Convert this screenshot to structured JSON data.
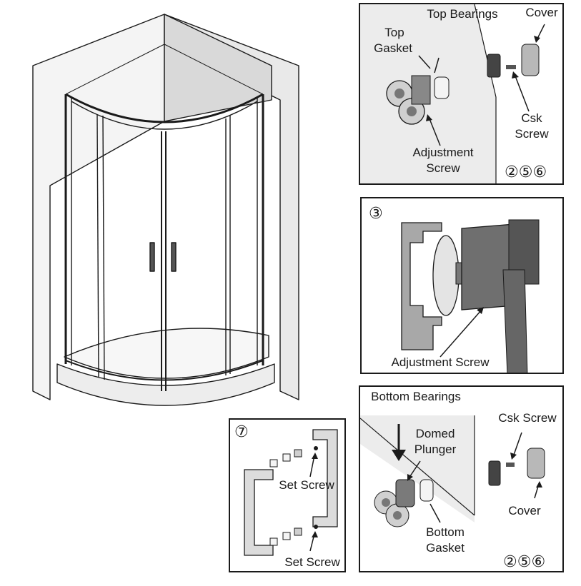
{
  "top_bearings": {
    "title": "Top Bearings",
    "cover": "Cover",
    "top_gasket_line1": "Top",
    "top_gasket_line2": "Gasket",
    "csk_screw_line1": "Csk",
    "csk_screw_line2": "Screw",
    "adjustment_screw_line1": "Adjustment",
    "adjustment_screw_line2": "Screw",
    "steps": "②⑤⑥"
  },
  "detail": {
    "step": "③",
    "adjustment_screw": "Adjustment Screw"
  },
  "bottom_bearings": {
    "title": "Bottom Bearings",
    "domed_plunger_line1": "Domed",
    "domed_plunger_line2": "Plunger",
    "csk_screw": "Csk Screw",
    "cover": "Cover",
    "bottom_gasket_line1": "Bottom",
    "bottom_gasket_line2": "Gasket",
    "steps": "②⑤⑥"
  },
  "handle": {
    "step": "⑦",
    "set_screw_top": "Set Screw",
    "set_screw_bottom": "Set Screw"
  },
  "colors": {
    "line": "#1a1a1a",
    "wall_fill": "#f2f2f2",
    "metal": "#9a9a9a",
    "panel_bg": "#e6e6e6"
  }
}
